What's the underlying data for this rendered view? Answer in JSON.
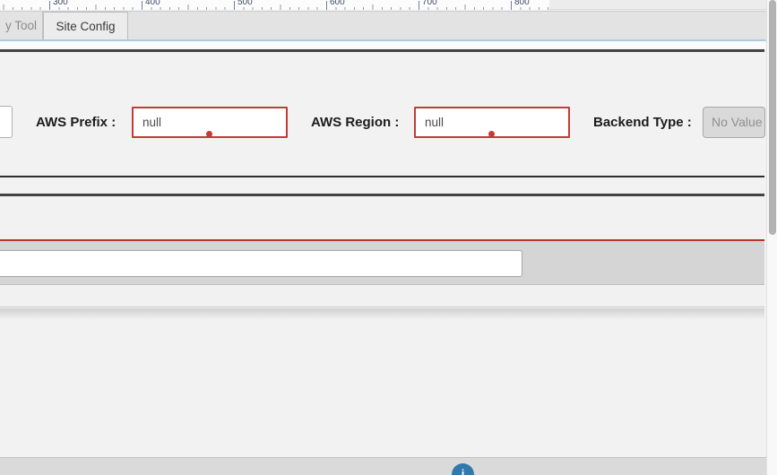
{
  "ruler": {
    "labels": [
      "300",
      "400",
      "500",
      "600",
      "700",
      "800"
    ],
    "start_value": 300,
    "step": 100
  },
  "tabs": {
    "items": [
      {
        "label": "y Tool",
        "active": false
      },
      {
        "label": "Site Config",
        "active": true
      }
    ]
  },
  "form": {
    "aws_prefix": {
      "label": "AWS Prefix :",
      "value": "null"
    },
    "aws_region": {
      "label": "AWS Region :",
      "value": "null"
    },
    "backend_type": {
      "label": "Backend Type :",
      "value": "No Value"
    }
  },
  "wide_input": {
    "value": "",
    "placeholder": ""
  },
  "fab": {
    "glyph": "i"
  },
  "colors": {
    "error_red": "#c13c36",
    "red_line": "#b5342e",
    "tab_highlight": "#a9cbe3",
    "fab_blue": "#3178ab",
    "dark_bar": "#424242"
  }
}
